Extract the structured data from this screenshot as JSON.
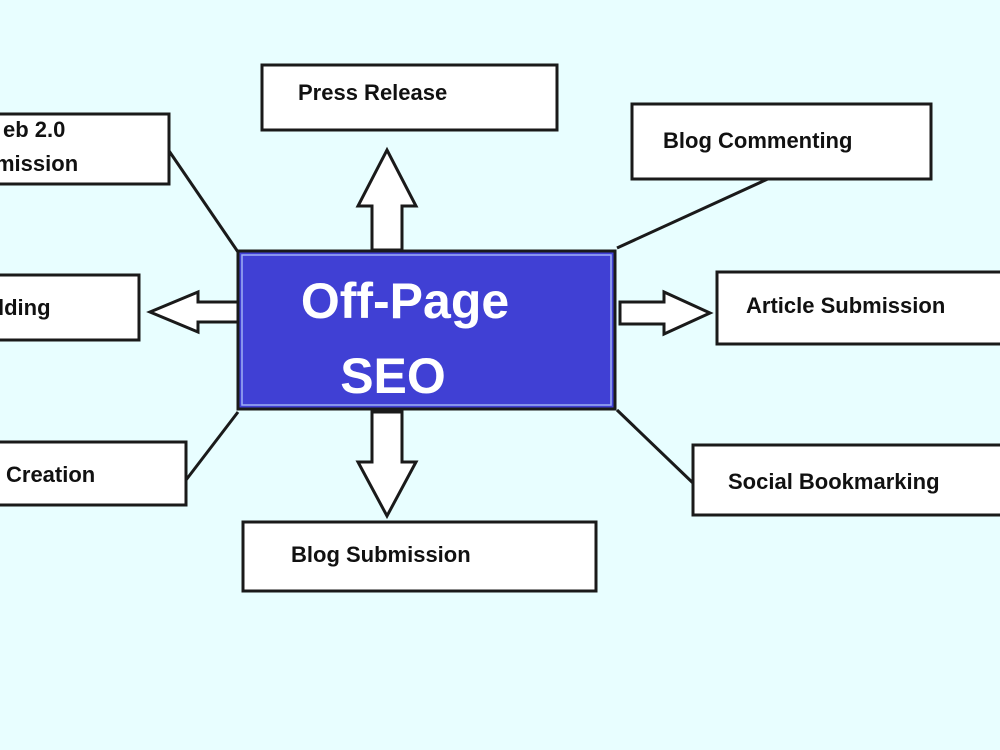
{
  "background": "#e8feff",
  "center": {
    "line1": "Off-Page",
    "line2": "SEO",
    "fill": "#4040d4"
  },
  "nodes": {
    "press_release": "Press Release",
    "web20_line1": "eb 2.0",
    "web20_line2": "mission",
    "blog_commenting": "Blog Commenting",
    "link_building": "lding",
    "article_submission": "Article Submission",
    "profile_creation": "Creation",
    "social_bookmarking": "Social Bookmarking",
    "blog_submission": "Blog Submission"
  },
  "colors": {
    "stroke": "#1a1a1a",
    "node_fill": "#ffffff",
    "text": "#111111"
  }
}
